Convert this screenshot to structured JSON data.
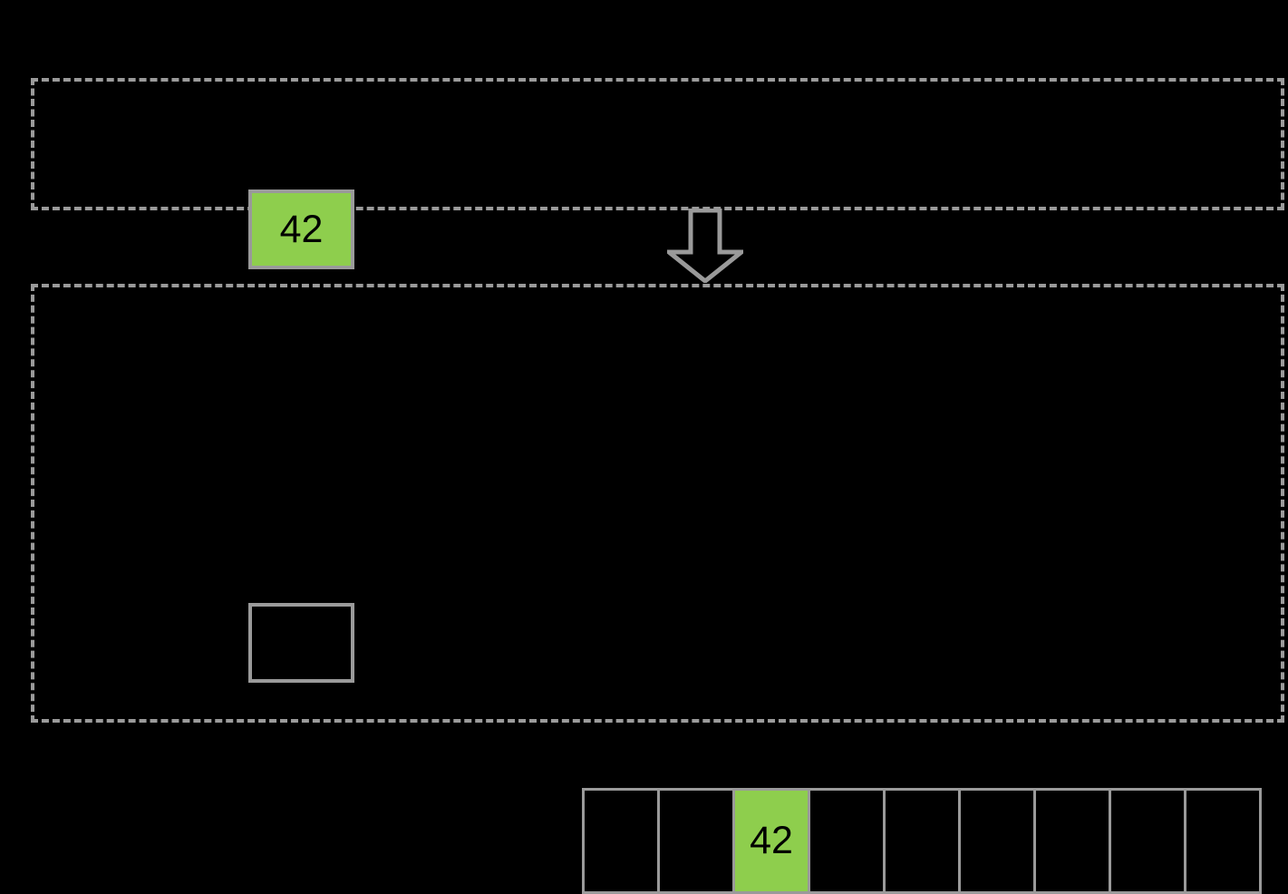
{
  "scene": {
    "background_color": "#000000",
    "accent_color": "#8ece4d",
    "outline_color": "#9a9a9a"
  },
  "panel_before": {
    "name": "before-state-panel",
    "source_box": {
      "value": "42",
      "filled": true,
      "fill_color": "#8ece4d"
    }
  },
  "transition": {
    "icon": "arrow-down-icon",
    "direction": "down"
  },
  "panel_after": {
    "name": "after-state-panel",
    "empty_box": {
      "value": "",
      "filled": false
    },
    "array": {
      "length": 9,
      "highlighted_index": 2,
      "cells": [
        {
          "index": 0,
          "value": "",
          "filled": false
        },
        {
          "index": 1,
          "value": "",
          "filled": false
        },
        {
          "index": 2,
          "value": "42",
          "filled": true
        },
        {
          "index": 3,
          "value": "",
          "filled": false
        },
        {
          "index": 4,
          "value": "",
          "filled": false
        },
        {
          "index": 5,
          "value": "",
          "filled": false
        },
        {
          "index": 6,
          "value": "",
          "filled": false
        },
        {
          "index": 7,
          "value": "",
          "filled": false
        },
        {
          "index": 8,
          "value": "",
          "filled": false
        }
      ]
    }
  }
}
